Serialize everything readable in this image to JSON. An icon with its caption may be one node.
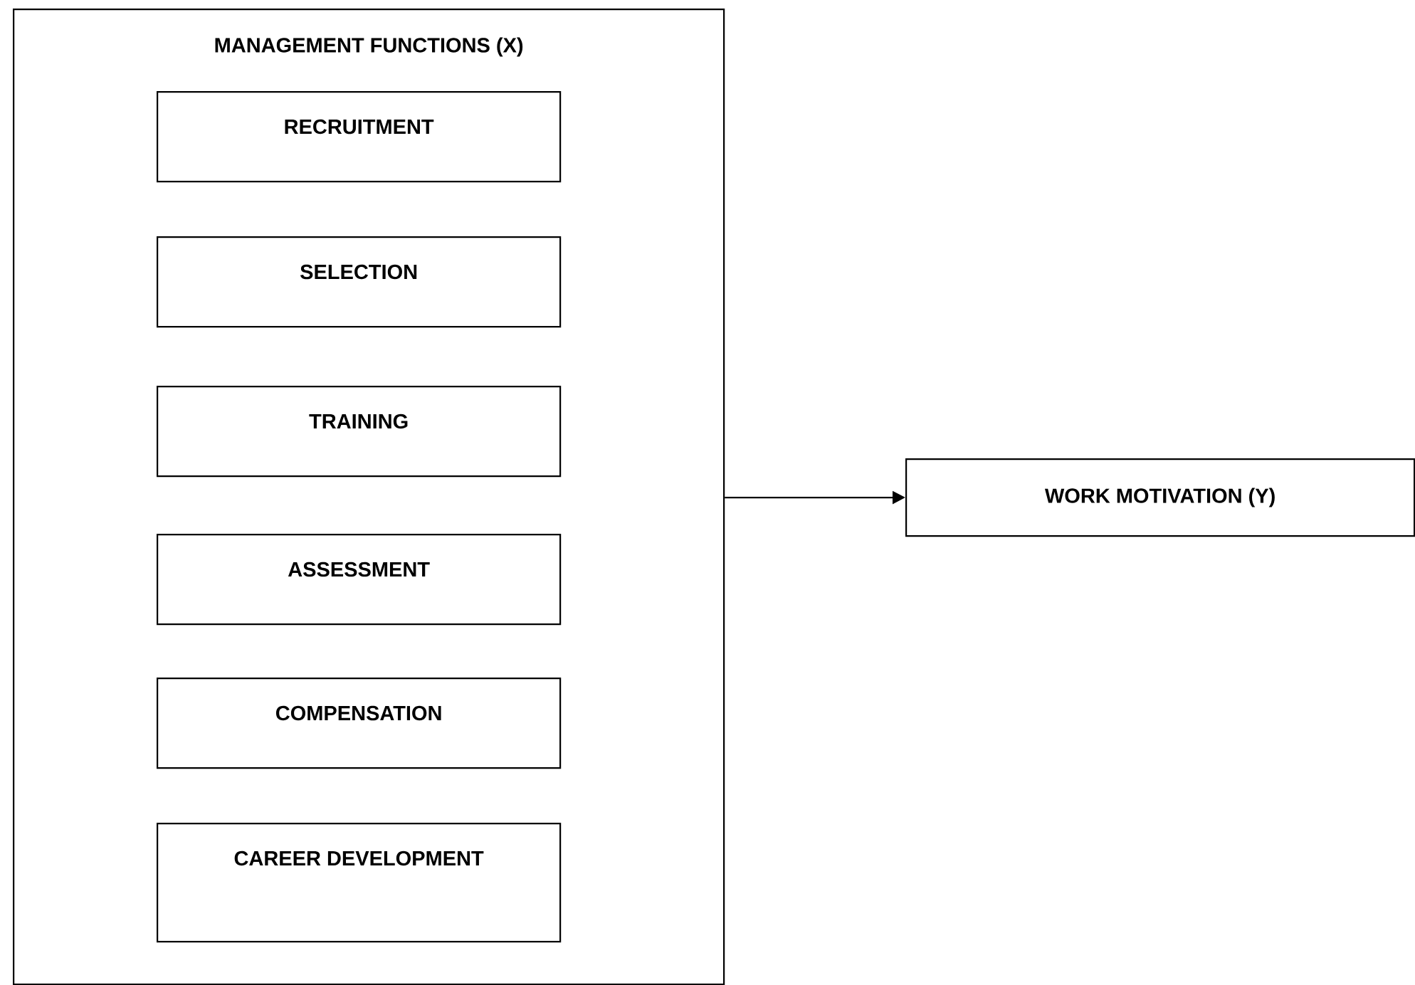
{
  "diagram": {
    "nodes": [
      {
        "text": [
          "MANAGEMENT FUNCTIONS (X)"
        ]
      },
      {
        "text": [
          "RECRUITMENT"
        ],
        "in": 0
      },
      {
        "text": [
          "SELECTION"
        ],
        "in": 0
      },
      {
        "text": [
          "TRAINING"
        ],
        "in": 0
      },
      {
        "text": [
          "ASSESSMENT"
        ],
        "in": 0
      },
      {
        "text": [
          "COMPENSATION"
        ],
        "in": 0
      },
      {
        "text": [
          "CAREER DEVELOPMENT"
        ],
        "in": 0
      },
      {
        "text": [
          "WORK MOTIVATION (Y)"
        ]
      }
    ],
    "edges": [
      {
        "from": 0,
        "to": 7,
        "arrow": "to"
      }
    ]
  }
}
